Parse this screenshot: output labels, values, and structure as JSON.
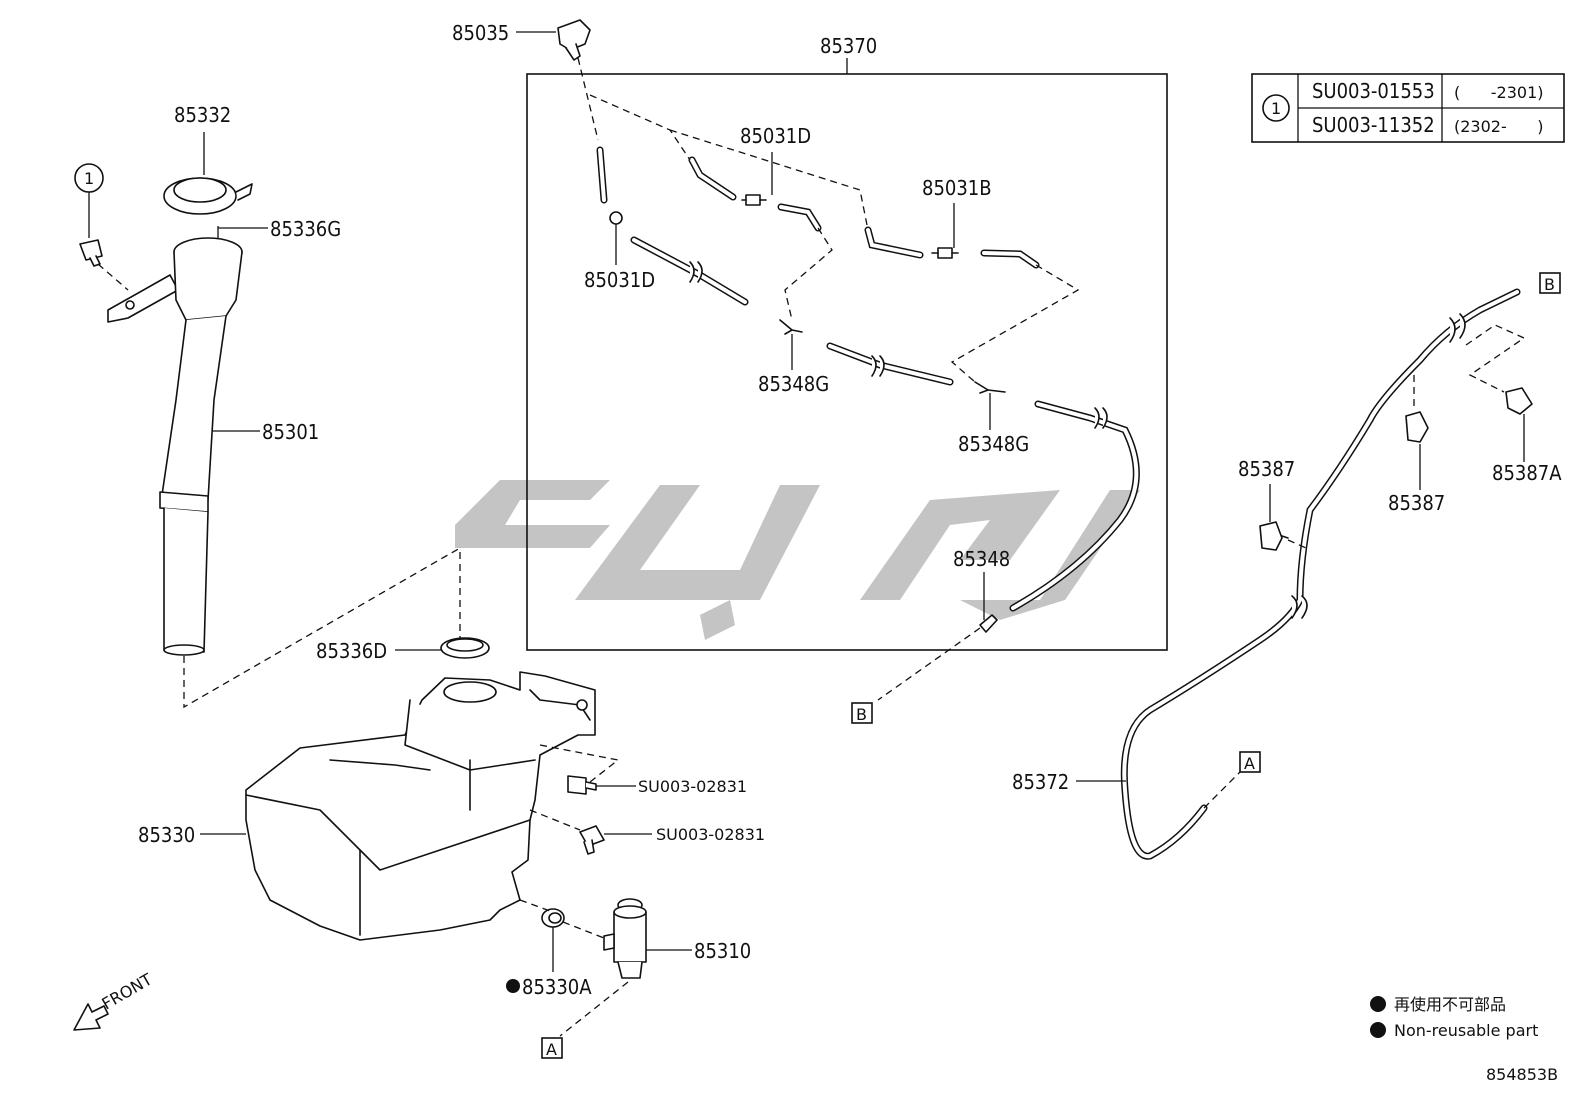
{
  "parts": {
    "p85035": "85035",
    "p85370": "85370",
    "p85031D_top": "85031D",
    "p85031D_left": "85031D",
    "p85031B": "85031B",
    "p85348G_a": "85348G",
    "p85348G_b": "85348G",
    "p85348": "85348",
    "p85332": "85332",
    "p85336G": "85336G",
    "p85301": "85301",
    "p85336D": "85336D",
    "p85330": "85330",
    "p85330A": "85330A",
    "p85310": "85310",
    "su_bolt_1": "SU003-02831",
    "su_bolt_2": "SU003-02831",
    "p85387_left": "85387",
    "p85387_right": "85387",
    "p85387A": "85387A",
    "p85372": "85372"
  },
  "markers": {
    "ref_A_bottom": "A",
    "ref_B_middle": "B",
    "ref_B_right": "B",
    "ref_A_right": "A",
    "callout_1": "1",
    "table_callout": "1"
  },
  "table": {
    "rows": [
      {
        "part": "SU003-01553",
        "range": "(      -2301)"
      },
      {
        "part": "SU003-11352",
        "range": "(2302-      )"
      }
    ]
  },
  "legend": {
    "line_jp": "再使用不可部品",
    "line_en": "Non-reusable part"
  },
  "front_label": "FRONT",
  "diagram_code": "854853B",
  "colors": {
    "ink": "#111111",
    "watermark": "#c4c4c4",
    "background": "#ffffff"
  }
}
